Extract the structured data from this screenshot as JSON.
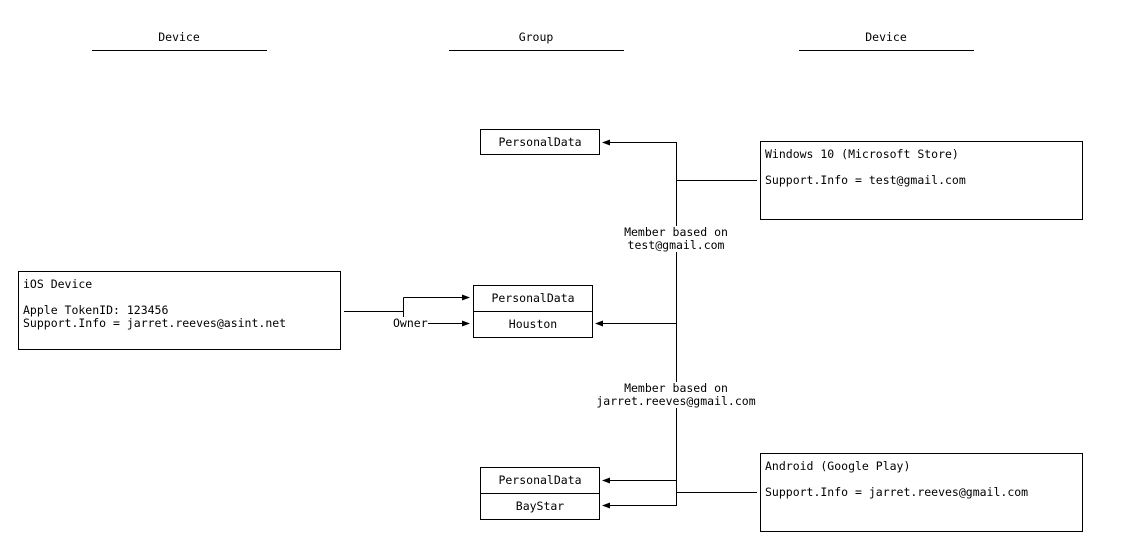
{
  "columns": {
    "left": "Device",
    "middle": "Group",
    "right": "Device"
  },
  "ios_device": {
    "title": "iOS Device",
    "line1": "Apple TokenID: 123456",
    "line2": "Support.Info = jarret.reeves@asint.net"
  },
  "windows_device": {
    "title": "Windows 10 (Microsoft Store)",
    "line1": "Support.Info = test@gmail.com"
  },
  "android_device": {
    "title": "Android (Google Play)",
    "line1": "Support.Info = jarret.reeves@gmail.com"
  },
  "group_top": {
    "row1": "PersonalData"
  },
  "group_middle": {
    "row1": "PersonalData",
    "row2": "Houston"
  },
  "group_bottom": {
    "row1": "PersonalData",
    "row2": "BayStar"
  },
  "edge_labels": {
    "owner": "Owner",
    "member_top_line1": "Member based on",
    "member_top_line2": "test@gmail.com",
    "member_bottom_line1": "Member based on",
    "member_bottom_line2": "jarret.reeves@gmail.com"
  }
}
